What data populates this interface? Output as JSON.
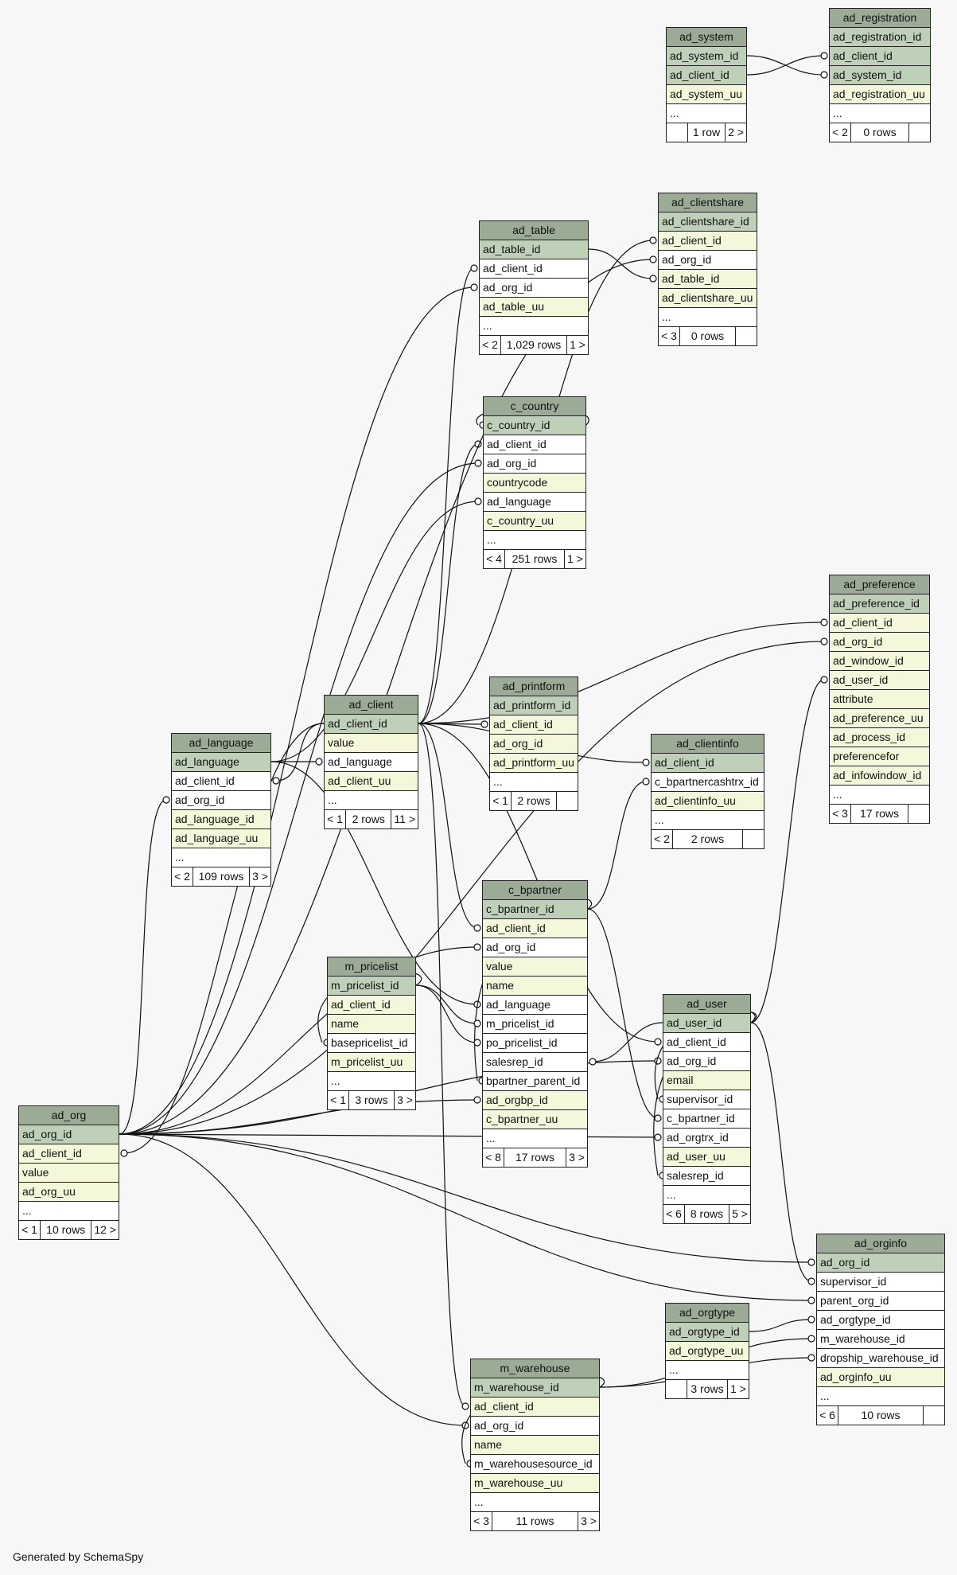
{
  "footer_text": "Generated by SchemaSpy",
  "tables": {
    "ad_system": {
      "name": "ad_system",
      "rows": [
        {
          "text": "ad_system_id",
          "kind": "pk"
        },
        {
          "text": "ad_client_id",
          "kind": "pk"
        },
        {
          "text": "ad_system_uu",
          "kind": "idx"
        },
        {
          "text": "...",
          "kind": "more"
        }
      ],
      "footer": {
        "left": "",
        "mid": "1 row",
        "right": "2 >"
      }
    },
    "ad_registration": {
      "name": "ad_registration",
      "rows": [
        {
          "text": "ad_registration_id",
          "kind": "pk"
        },
        {
          "text": "ad_client_id",
          "kind": "pk"
        },
        {
          "text": "ad_system_id",
          "kind": "pk"
        },
        {
          "text": "ad_registration_uu",
          "kind": "idx"
        },
        {
          "text": "...",
          "kind": "more"
        }
      ],
      "footer": {
        "left": "< 2",
        "mid": "0 rows",
        "right": ""
      }
    },
    "ad_clientshare": {
      "name": "ad_clientshare",
      "rows": [
        {
          "text": "ad_clientshare_id",
          "kind": "pk"
        },
        {
          "text": "ad_client_id",
          "kind": "idx"
        },
        {
          "text": "ad_org_id",
          "kind": "fk"
        },
        {
          "text": "ad_table_id",
          "kind": "idx"
        },
        {
          "text": "ad_clientshare_uu",
          "kind": "idx"
        },
        {
          "text": "...",
          "kind": "more"
        }
      ],
      "footer": {
        "left": "< 3",
        "mid": "0 rows",
        "right": ""
      }
    },
    "ad_table": {
      "name": "ad_table",
      "rows": [
        {
          "text": "ad_table_id",
          "kind": "pk"
        },
        {
          "text": "ad_client_id",
          "kind": "fk"
        },
        {
          "text": "ad_org_id",
          "kind": "fk"
        },
        {
          "text": "ad_table_uu",
          "kind": "idx"
        },
        {
          "text": "...",
          "kind": "more"
        }
      ],
      "footer": {
        "left": "< 2",
        "mid": "1,029 rows",
        "right": "1 >"
      }
    },
    "c_country": {
      "name": "c_country",
      "rows": [
        {
          "text": "c_country_id",
          "kind": "pk"
        },
        {
          "text": "ad_client_id",
          "kind": "fk"
        },
        {
          "text": "ad_org_id",
          "kind": "fk"
        },
        {
          "text": "countrycode",
          "kind": "idx"
        },
        {
          "text": "ad_language",
          "kind": "fk"
        },
        {
          "text": "c_country_uu",
          "kind": "idx"
        },
        {
          "text": "...",
          "kind": "more"
        }
      ],
      "footer": {
        "left": "< 4",
        "mid": "251 rows",
        "right": "1 >"
      }
    },
    "ad_preference": {
      "name": "ad_preference",
      "rows": [
        {
          "text": "ad_preference_id",
          "kind": "pk"
        },
        {
          "text": "ad_client_id",
          "kind": "idx"
        },
        {
          "text": "ad_org_id",
          "kind": "idx"
        },
        {
          "text": "ad_window_id",
          "kind": "idx"
        },
        {
          "text": "ad_user_id",
          "kind": "idx"
        },
        {
          "text": "attribute",
          "kind": "idx"
        },
        {
          "text": "ad_preference_uu",
          "kind": "idx"
        },
        {
          "text": "ad_process_id",
          "kind": "idx"
        },
        {
          "text": "preferencefor",
          "kind": "idx"
        },
        {
          "text": "ad_infowindow_id",
          "kind": "idx"
        },
        {
          "text": "...",
          "kind": "more"
        }
      ],
      "footer": {
        "left": "< 3",
        "mid": "17 rows",
        "right": ""
      }
    },
    "ad_client": {
      "name": "ad_client",
      "rows": [
        {
          "text": "ad_client_id",
          "kind": "pk"
        },
        {
          "text": "value",
          "kind": "idx"
        },
        {
          "text": "ad_language",
          "kind": "fk"
        },
        {
          "text": "ad_client_uu",
          "kind": "idx"
        },
        {
          "text": "...",
          "kind": "more"
        }
      ],
      "footer": {
        "left": "< 1",
        "mid": "2 rows",
        "right": "11 >"
      }
    },
    "ad_printform": {
      "name": "ad_printform",
      "rows": [
        {
          "text": "ad_printform_id",
          "kind": "pk"
        },
        {
          "text": "ad_client_id",
          "kind": "idx"
        },
        {
          "text": "ad_org_id",
          "kind": "idx"
        },
        {
          "text": "ad_printform_uu",
          "kind": "idx"
        },
        {
          "text": "...",
          "kind": "more"
        }
      ],
      "footer": {
        "left": "< 1",
        "mid": "2 rows",
        "right": ""
      }
    },
    "ad_clientinfo": {
      "name": "ad_clientinfo",
      "rows": [
        {
          "text": "ad_client_id",
          "kind": "pk"
        },
        {
          "text": "c_bpartnercashtrx_id",
          "kind": "fk"
        },
        {
          "text": "ad_clientinfo_uu",
          "kind": "idx"
        },
        {
          "text": "...",
          "kind": "more"
        }
      ],
      "footer": {
        "left": "< 2",
        "mid": "2 rows",
        "right": ""
      }
    },
    "ad_language": {
      "name": "ad_language",
      "rows": [
        {
          "text": "ad_language",
          "kind": "pk"
        },
        {
          "text": "ad_client_id",
          "kind": "fk"
        },
        {
          "text": "ad_org_id",
          "kind": "fk"
        },
        {
          "text": "ad_language_id",
          "kind": "idx"
        },
        {
          "text": "ad_language_uu",
          "kind": "idx"
        },
        {
          "text": "...",
          "kind": "more"
        }
      ],
      "footer": {
        "left": "< 2",
        "mid": "109 rows",
        "right": "3 >"
      }
    },
    "c_bpartner": {
      "name": "c_bpartner",
      "rows": [
        {
          "text": "c_bpartner_id",
          "kind": "pk"
        },
        {
          "text": "ad_client_id",
          "kind": "idx"
        },
        {
          "text": "ad_org_id",
          "kind": "fk"
        },
        {
          "text": "value",
          "kind": "idx"
        },
        {
          "text": "name",
          "kind": "idx"
        },
        {
          "text": "ad_language",
          "kind": "fk"
        },
        {
          "text": "m_pricelist_id",
          "kind": "fk"
        },
        {
          "text": "po_pricelist_id",
          "kind": "fk"
        },
        {
          "text": "salesrep_id",
          "kind": "fk"
        },
        {
          "text": "bpartner_parent_id",
          "kind": "fk"
        },
        {
          "text": "ad_orgbp_id",
          "kind": "idx"
        },
        {
          "text": "c_bpartner_uu",
          "kind": "idx"
        },
        {
          "text": "...",
          "kind": "more"
        }
      ],
      "footer": {
        "left": "< 8",
        "mid": "17 rows",
        "right": "3 >"
      }
    },
    "m_pricelist": {
      "name": "m_pricelist",
      "rows": [
        {
          "text": "m_pricelist_id",
          "kind": "pk"
        },
        {
          "text": "ad_client_id",
          "kind": "idx"
        },
        {
          "text": "name",
          "kind": "idx"
        },
        {
          "text": "basepricelist_id",
          "kind": "fk"
        },
        {
          "text": "m_pricelist_uu",
          "kind": "idx"
        },
        {
          "text": "...",
          "kind": "more"
        }
      ],
      "footer": {
        "left": "< 1",
        "mid": "3 rows",
        "right": "3 >"
      }
    },
    "ad_user": {
      "name": "ad_user",
      "rows": [
        {
          "text": "ad_user_id",
          "kind": "pk"
        },
        {
          "text": "ad_client_id",
          "kind": "fk"
        },
        {
          "text": "ad_org_id",
          "kind": "fk"
        },
        {
          "text": "email",
          "kind": "idx"
        },
        {
          "text": "supervisor_id",
          "kind": "fk"
        },
        {
          "text": "c_bpartner_id",
          "kind": "fk"
        },
        {
          "text": "ad_orgtrx_id",
          "kind": "fk"
        },
        {
          "text": "ad_user_uu",
          "kind": "idx"
        },
        {
          "text": "salesrep_id",
          "kind": "fk"
        },
        {
          "text": "...",
          "kind": "more"
        }
      ],
      "footer": {
        "left": "< 6",
        "mid": "8 rows",
        "right": "5 >"
      }
    },
    "ad_org": {
      "name": "ad_org",
      "rows": [
        {
          "text": "ad_org_id",
          "kind": "pk"
        },
        {
          "text": "ad_client_id",
          "kind": "idx"
        },
        {
          "text": "value",
          "kind": "idx"
        },
        {
          "text": "ad_org_uu",
          "kind": "idx"
        },
        {
          "text": "...",
          "kind": "more"
        }
      ],
      "footer": {
        "left": "< 1",
        "mid": "10 rows",
        "right": "12 >"
      }
    },
    "ad_orginfo": {
      "name": "ad_orginfo",
      "rows": [
        {
          "text": "ad_org_id",
          "kind": "pk"
        },
        {
          "text": "supervisor_id",
          "kind": "fk"
        },
        {
          "text": "parent_org_id",
          "kind": "fk"
        },
        {
          "text": "ad_orgtype_id",
          "kind": "fk"
        },
        {
          "text": "m_warehouse_id",
          "kind": "fk"
        },
        {
          "text": "dropship_warehouse_id",
          "kind": "fk"
        },
        {
          "text": "ad_orginfo_uu",
          "kind": "idx"
        },
        {
          "text": "...",
          "kind": "more"
        }
      ],
      "footer": {
        "left": "< 6",
        "mid": "10 rows",
        "right": ""
      }
    },
    "ad_orgtype": {
      "name": "ad_orgtype",
      "rows": [
        {
          "text": "ad_orgtype_id",
          "kind": "pk"
        },
        {
          "text": "ad_orgtype_uu",
          "kind": "idx"
        },
        {
          "text": "...",
          "kind": "more"
        }
      ],
      "footer": {
        "left": "",
        "mid": "3 rows",
        "right": "1 >"
      }
    },
    "m_warehouse": {
      "name": "m_warehouse",
      "rows": [
        {
          "text": "m_warehouse_id",
          "kind": "pk"
        },
        {
          "text": "ad_client_id",
          "kind": "idx"
        },
        {
          "text": "ad_org_id",
          "kind": "fk"
        },
        {
          "text": "name",
          "kind": "idx"
        },
        {
          "text": "m_warehousesource_id",
          "kind": "fk"
        },
        {
          "text": "m_warehouse_uu",
          "kind": "idx"
        },
        {
          "text": "...",
          "kind": "more"
        }
      ],
      "footer": {
        "left": "< 3",
        "mid": "11 rows",
        "right": "3 >"
      }
    }
  },
  "relations": [
    [
      "ad_system",
      0,
      "ad_registration",
      2
    ],
    [
      "ad_system",
      1,
      "ad_registration",
      1
    ],
    [
      "ad_table",
      0,
      "ad_clientshare",
      3
    ],
    [
      "c_country",
      0,
      "c_country",
      0
    ],
    [
      "ad_client",
      0,
      "ad_table",
      1
    ],
    [
      "ad_client",
      0,
      "c_country",
      1
    ],
    [
      "ad_client",
      0,
      "ad_clientshare",
      1
    ],
    [
      "ad_client",
      0,
      "ad_preference",
      1
    ],
    [
      "ad_client",
      0,
      "ad_printform",
      1
    ],
    [
      "ad_client",
      0,
      "ad_clientinfo",
      0
    ],
    [
      "ad_client",
      0,
      "ad_language",
      1
    ],
    [
      "ad_client",
      0,
      "c_bpartner",
      1
    ],
    [
      "ad_client",
      0,
      "ad_user",
      1
    ],
    [
      "ad_client",
      0,
      "ad_org",
      1
    ],
    [
      "ad_client",
      0,
      "m_warehouse",
      1
    ],
    [
      "ad_language",
      0,
      "ad_client",
      2
    ],
    [
      "ad_language",
      0,
      "c_country",
      4
    ],
    [
      "ad_language",
      0,
      "c_bpartner",
      5
    ],
    [
      "ad_org",
      0,
      "ad_table",
      2
    ],
    [
      "ad_org",
      0,
      "c_country",
      2
    ],
    [
      "ad_org",
      0,
      "ad_clientshare",
      2
    ],
    [
      "ad_org",
      0,
      "ad_preference",
      2
    ],
    [
      "ad_org",
      0,
      "ad_language",
      2
    ],
    [
      "ad_org",
      0,
      "c_bpartner",
      2
    ],
    [
      "ad_org",
      0,
      "c_bpartner",
      10
    ],
    [
      "ad_org",
      0,
      "ad_user",
      2
    ],
    [
      "ad_org",
      0,
      "ad_user",
      6
    ],
    [
      "ad_org",
      0,
      "ad_orginfo",
      0
    ],
    [
      "ad_org",
      0,
      "ad_orginfo",
      2
    ],
    [
      "ad_org",
      0,
      "m_warehouse",
      2
    ],
    [
      "c_bpartner",
      0,
      "ad_clientinfo",
      1
    ],
    [
      "c_bpartner",
      0,
      "c_bpartner",
      9
    ],
    [
      "c_bpartner",
      0,
      "ad_user",
      5
    ],
    [
      "m_pricelist",
      0,
      "c_bpartner",
      6
    ],
    [
      "m_pricelist",
      0,
      "c_bpartner",
      7
    ],
    [
      "m_pricelist",
      0,
      "m_pricelist",
      3
    ],
    [
      "ad_user",
      0,
      "c_bpartner",
      8
    ],
    [
      "ad_user",
      0,
      "ad_user",
      4
    ],
    [
      "ad_user",
      0,
      "ad_user",
      8
    ],
    [
      "ad_user",
      0,
      "ad_preference",
      4
    ],
    [
      "ad_user",
      0,
      "ad_orginfo",
      1
    ],
    [
      "ad_orgtype",
      0,
      "ad_orginfo",
      3
    ],
    [
      "m_warehouse",
      0,
      "ad_orginfo",
      4
    ],
    [
      "m_warehouse",
      0,
      "ad_orginfo",
      5
    ],
    [
      "m_warehouse",
      0,
      "m_warehouse",
      4
    ]
  ]
}
